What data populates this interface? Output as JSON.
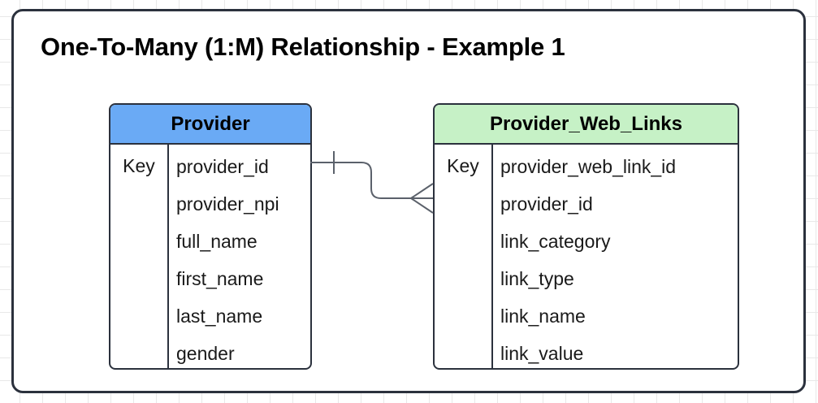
{
  "diagram": {
    "title": "One-To-Many (1:M) Relationship - Example 1",
    "colors": {
      "provider_header": "#6aaaf5",
      "provider_web_links_header": "#c6f1c6",
      "border": "#2b313d",
      "connector": "#5b616b",
      "grid": "#e8e8e8"
    },
    "entities": [
      {
        "name": "Provider",
        "header_color": "#6aaaf5",
        "key_label": "Key",
        "attributes": [
          "provider_id",
          "provider_npi",
          "full_name",
          "first_name",
          "last_name",
          "gender"
        ]
      },
      {
        "name": "Provider_Web_Links",
        "header_color": "#c6f1c6",
        "key_label": "Key",
        "attributes": [
          "provider_web_link_id",
          "provider_id",
          "link_category",
          "link_type",
          "link_name",
          "link_value"
        ]
      }
    ],
    "relationship": {
      "type": "one-to-many",
      "notation": "crows-foot",
      "from_entity": "Provider",
      "from_attribute": "provider_id",
      "from_cardinality": "one",
      "to_entity": "Provider_Web_Links",
      "to_attribute": "provider_id",
      "to_cardinality": "many"
    }
  }
}
